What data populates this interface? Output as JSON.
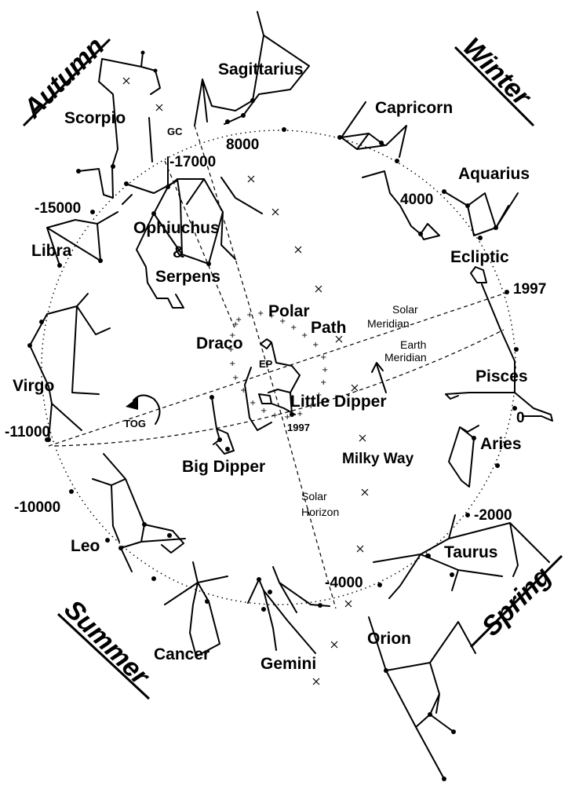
{
  "seasons": {
    "autumn": "Autumn",
    "winter": "Winter",
    "summer": "Summer",
    "spring": "Spring"
  },
  "constellations": {
    "sagittarius": "Sagittarius",
    "capricorn": "Capricorn",
    "aquarius": "Aquarius",
    "scorpio": "Scorpio",
    "libra": "Libra",
    "ophiuchus": "Ophiuchus",
    "and_sign": "&",
    "serpens": "Serpens",
    "virgo": "Virgo",
    "leo": "Leo",
    "cancer": "Cancer",
    "gemini": "Gemini",
    "orion": "Orion",
    "taurus": "Taurus",
    "aries": "Aries",
    "pisces": "Pisces",
    "draco": "Draco",
    "little_dipper": "Little Dipper",
    "big_dipper": "Big Dipper"
  },
  "labels": {
    "gc": "GC",
    "polar": "Polar",
    "path": "Path",
    "ep": "EP",
    "ecliptic": "Ecliptic",
    "solar_meridian_1": "Solar",
    "solar_meridian_2": "Meridian",
    "earth_meridian_1": "Earth",
    "earth_meridian_2": "Meridian",
    "solar_horizon_1": "Solar",
    "solar_horizon_2": "Horizon",
    "milky_way": "Milky Way",
    "tog": "TOG"
  },
  "years": {
    "y8000": "8000",
    "y_17000": "-17000",
    "y4000": "4000",
    "y_15000": "-15000",
    "y1997_right": "1997",
    "y0": "0",
    "y_11000": "-11000",
    "y1997_ep": "1997",
    "y_10000": "-10000",
    "y_2000": "-2000",
    "y_4000": "-4000"
  }
}
